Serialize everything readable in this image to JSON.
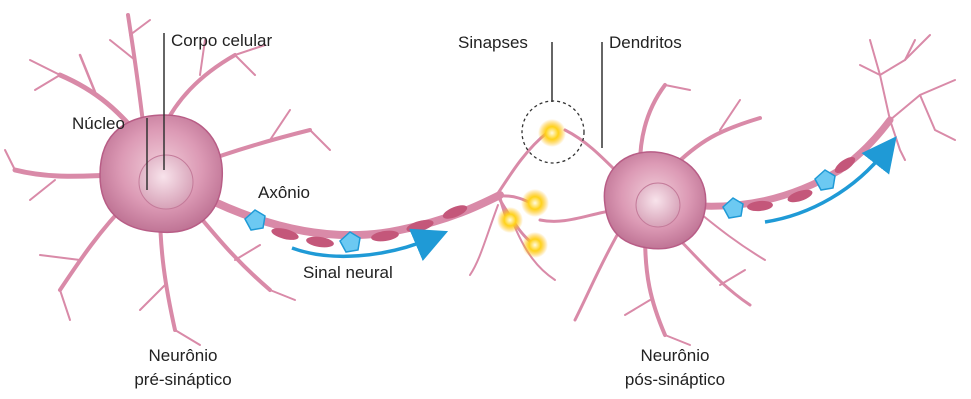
{
  "labels": {
    "corpo_celular": "Corpo celular",
    "nucleo": "Núcleo",
    "axonio": "Axônio",
    "sinal_neural": "Sinal neural",
    "sinapses": "Sinapses",
    "dendritos": "Dendritos",
    "pre_line1": "Neurônio",
    "pre_line2": "pré-sináptico",
    "pos_line1": "Neurônio",
    "pos_line2": "pós-sináptico"
  },
  "colors": {
    "membrane": "#d98aa8",
    "membrane_dark": "#b85d86",
    "soma": "#e7b2c7",
    "nucleus": "#eec7d6",
    "myelin": "#c4577a",
    "signal_arrow": "#1f9ad6",
    "synapse_glow": "#ffd21a",
    "leader_line": "#333333"
  }
}
